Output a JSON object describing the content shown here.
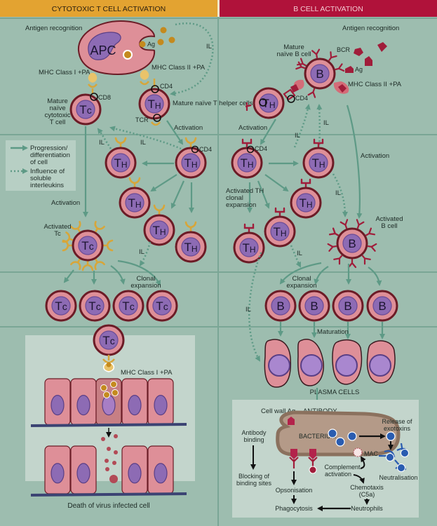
{
  "panels": {
    "left": {
      "title": "CYTOTOXIC T CELL ACTIVATION",
      "header_color": "#e3a331",
      "title_color": "#2a1f10"
    },
    "right": {
      "title": "B CELL ACTIVATION",
      "header_color": "#b0123a",
      "title_color": "#f3c9d1"
    }
  },
  "colors": {
    "background": "#9dbdaf",
    "cell_body": "#de8f98",
    "cell_outline": "#6b1c26",
    "nucleus": "#8d6bb4",
    "receptor_gold": "#d7a63a",
    "receptor_crimson": "#a01d3a",
    "arrow_green": "#5e9a86",
    "bacterium": "#b49a88",
    "exotoxin_blue": "#2a5cb0",
    "inset_bg": "#c3d5cc"
  },
  "legend": {
    "items": [
      {
        "kind": "solid",
        "text_lines": [
          "Progression/",
          "differentiation",
          "of cell"
        ]
      },
      {
        "kind": "dotted",
        "text_lines": [
          "Influence of",
          "soluble",
          "interleukins"
        ]
      }
    ]
  },
  "left": {
    "antigen_recognition": "Antigen recognition",
    "apc_label": "APC",
    "ag": "Ag",
    "il_top": "IL",
    "mhc1": "MHC Class I +PA",
    "mhc2": "MHC Class II +PA",
    "cd8": "CD8",
    "cd4_a": "CD4",
    "cd4_b": "CD4",
    "tcr": "TCR",
    "mature_naive_tc": [
      "Mature",
      "naïve",
      "cytotoxic",
      "T cell"
    ],
    "mature_naive_th": "Mature naïve T helper cells",
    "activation_th": "Activation",
    "activation_tc": "Activation",
    "il_a": "IL",
    "il_b": "IL",
    "il_c": "IL",
    "activated_tc": [
      "Activated",
      "Tc"
    ],
    "clonal_expansion": [
      "Clonal",
      "expansion"
    ],
    "tc_label": "Tc",
    "th_label": "TH",
    "mhc1_bottom": "MHC Class I +PA",
    "death_caption": "Death of virus infected cell"
  },
  "right": {
    "antigen_recognition": "Antigen recognition",
    "mature_naive_b": [
      "Mature",
      "naïve B cell"
    ],
    "bcr": "BCR",
    "ag": "Ag",
    "mhc2": "MHC Class II +PA",
    "cd4_a": "CD4",
    "cd4_b": "CD4",
    "activation_a": "Activation",
    "activation_b": "Activation",
    "il_a": "IL",
    "il_b": "IL",
    "il_c": "IL",
    "il_d": "IL",
    "il_e": "IL",
    "activated_th_clonal": [
      "Activated TH",
      "clonal",
      "expansion"
    ],
    "activated_b": [
      "Activated",
      "B cell"
    ],
    "clonal_expansion": [
      "Clonal",
      "expansion"
    ],
    "b_label": "B",
    "th_label": "TH",
    "maturation": "Maturation",
    "plasma_cells": "PLASMA CELLS",
    "inset": {
      "cell_wall_ag": "Cell wall Ag",
      "antibody": "ANTIBODY",
      "bacterium": "BACTERIUM",
      "antibody_binding": [
        "Antibody",
        "binding"
      ],
      "blocking": [
        "Blocking of",
        "binding sites"
      ],
      "opsonisation": "Opsonisation",
      "phagocytosis": "Phagocytosis",
      "complement": [
        "Complement",
        "activation"
      ],
      "mac": "MAC",
      "chemotaxis": [
        "Chemotaxis",
        "(C5a)"
      ],
      "neutrophils": "Neutrophils",
      "release_exotoxins": [
        "Release of",
        "exotoxins"
      ],
      "neutralisation": "Neutralisation"
    }
  }
}
